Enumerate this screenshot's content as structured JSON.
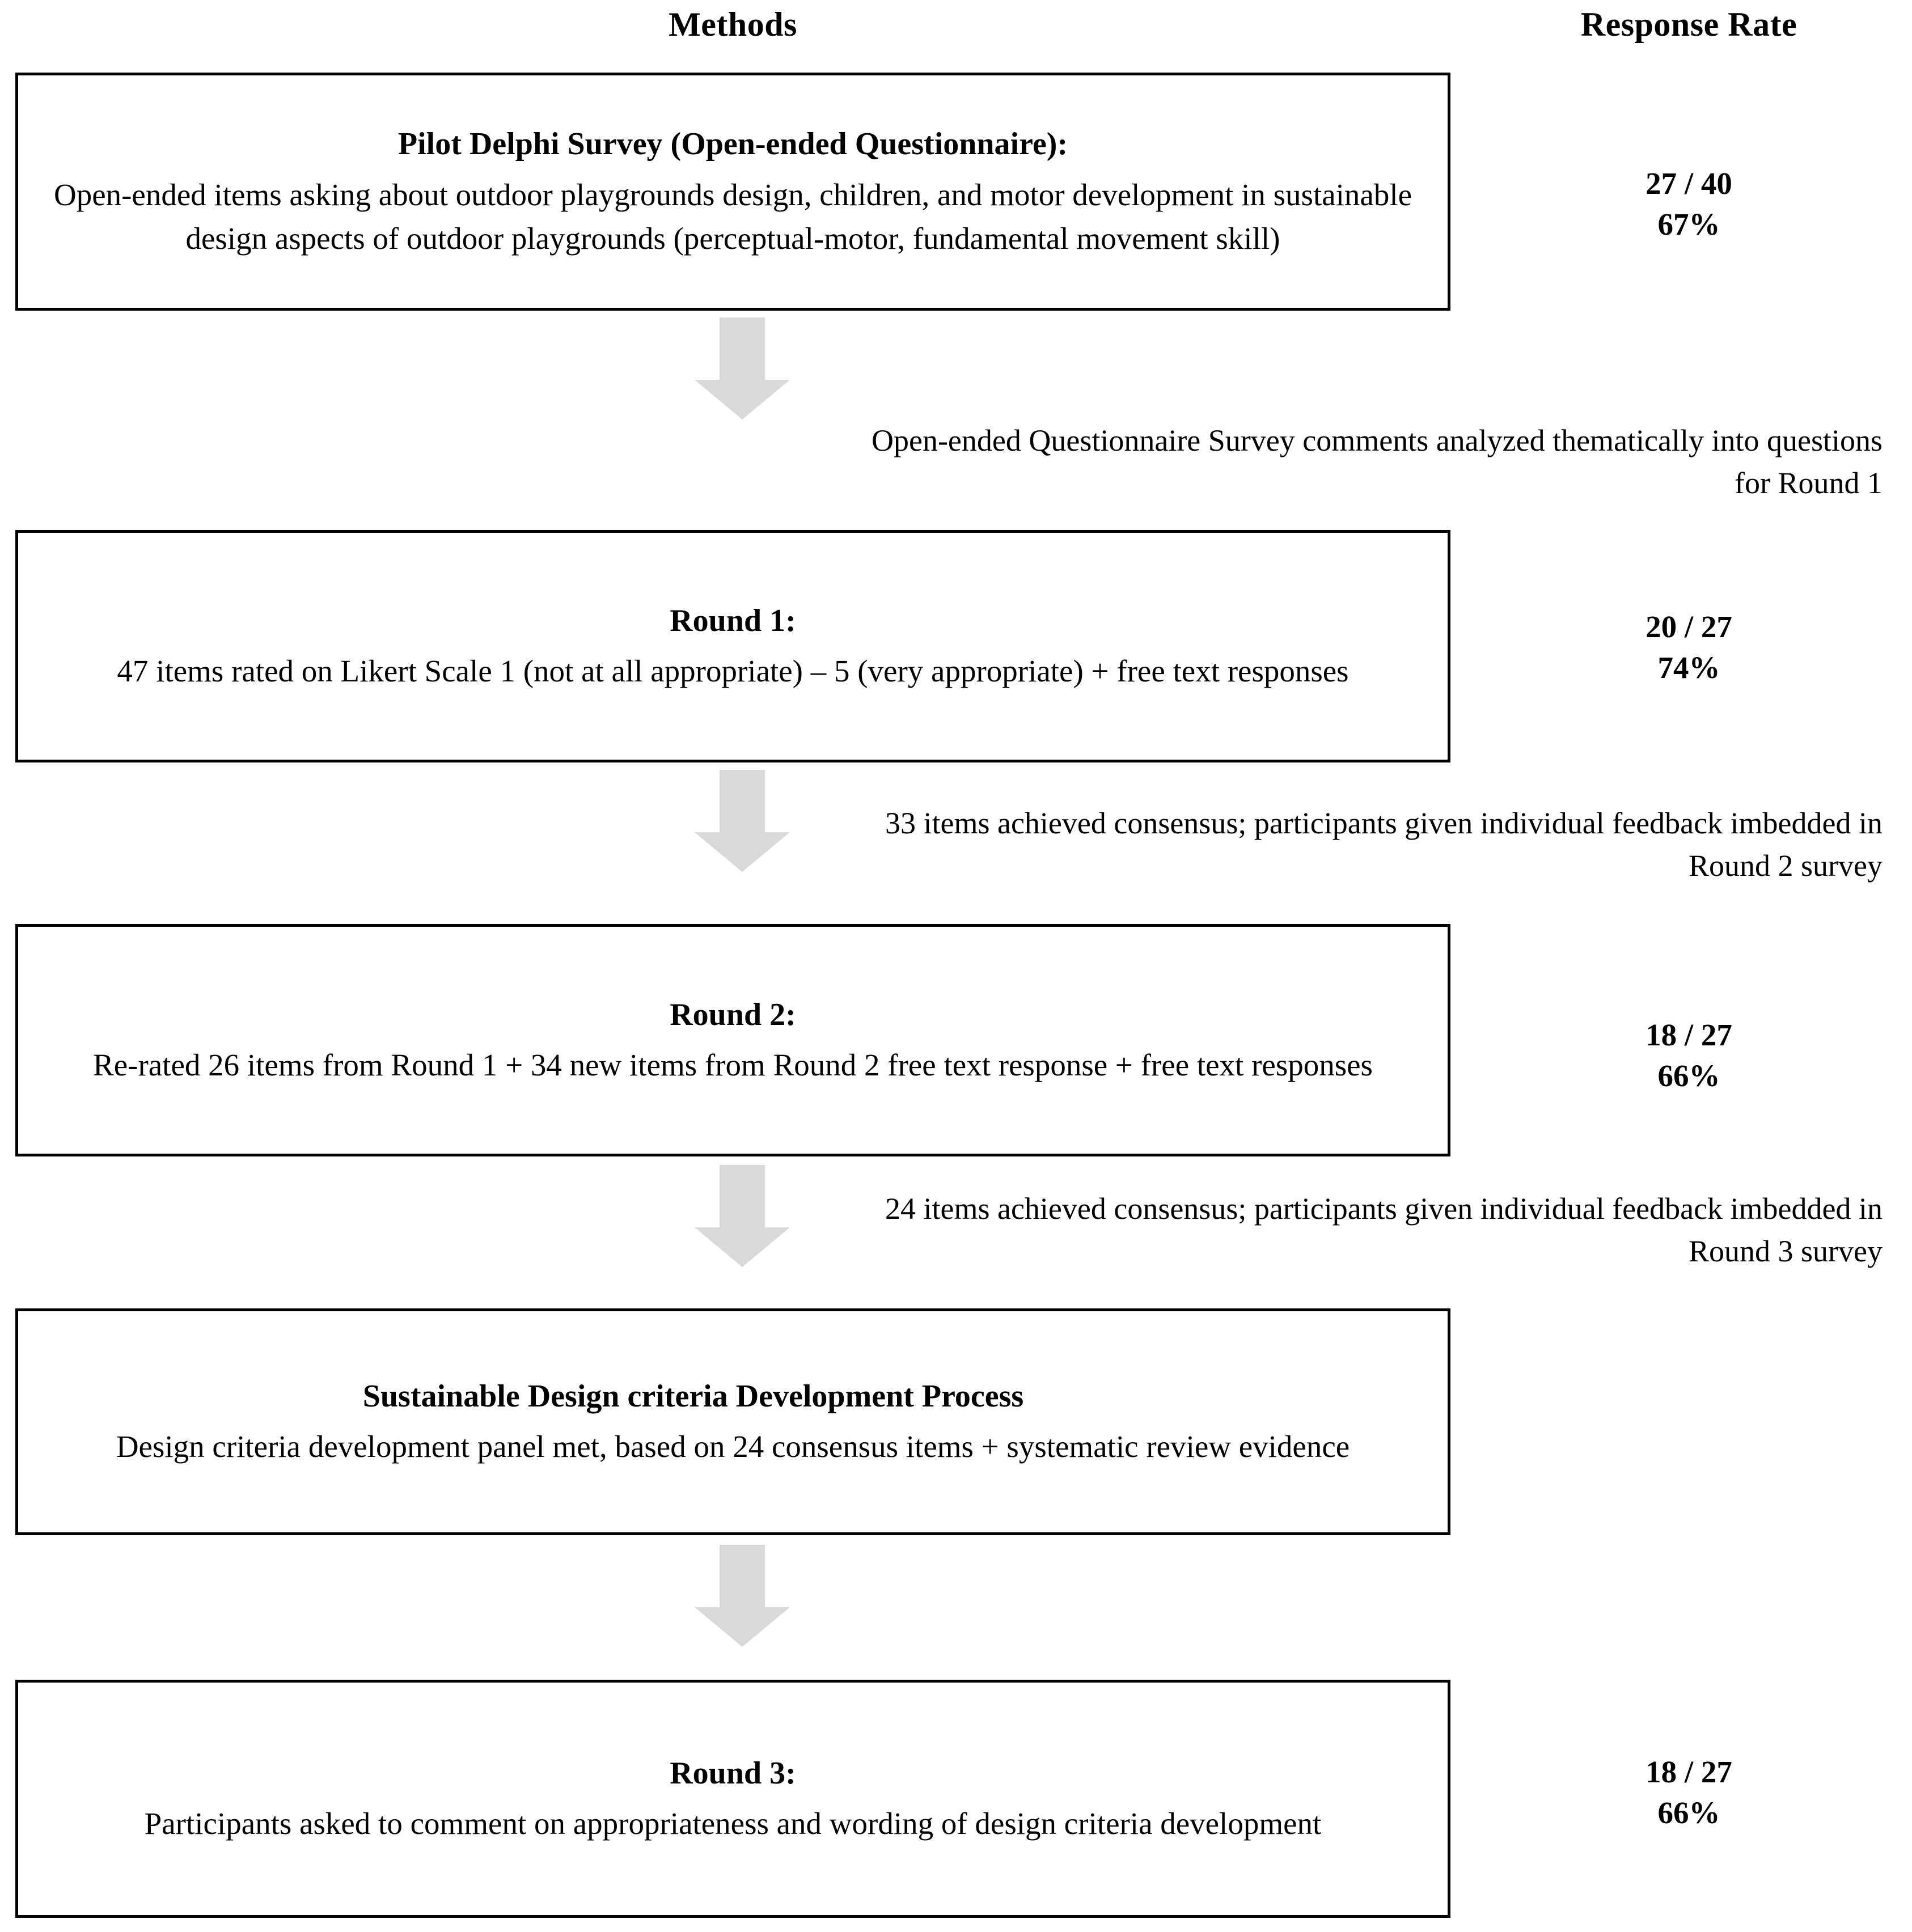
{
  "headers": {
    "methods": "Methods",
    "response_rate": "Response Rate"
  },
  "steps": [
    {
      "id": "pilot",
      "title": "Pilot Delphi Survey (Open-ended Questionnaire):",
      "body": "Open-ended items asking about outdoor playgrounds design, children, and motor development in sustainable design aspects of outdoor playgrounds (perceptual-motor, fundamental movement skill)",
      "rate_fraction": "27 / 40",
      "rate_percent": "67%"
    },
    {
      "id": "round1",
      "title": "Round 1:",
      "body": "47 items rated on Likert Scale 1 (not at all appropriate) – 5 (very appropriate) + free text responses",
      "rate_fraction": "20 / 27",
      "rate_percent": "74%"
    },
    {
      "id": "round2",
      "title": "Round 2:",
      "body": "Re-rated 26 items from Round 1 + 34 new items from Round 2 free text response + free text responses",
      "rate_fraction": "18 / 27",
      "rate_percent": "66%"
    },
    {
      "id": "criteria",
      "title": "Sustainable Design criteria Development Process",
      "body": "Design criteria development panel met, based on 24 consensus items + systematic review evidence",
      "rate_fraction": "",
      "rate_percent": ""
    },
    {
      "id": "round3",
      "title": "Round 3:",
      "body": "Participants asked to comment on appropriateness and wording of design criteria development",
      "rate_fraction": "18 / 27",
      "rate_percent": "66%"
    }
  ],
  "transitions": [
    {
      "id": "t1",
      "note": "Open-ended Questionnaire Survey comments analyzed thematically into questions for Round 1",
      "icon": "down-arrow-icon"
    },
    {
      "id": "t2",
      "note": "33 items achieved consensus; participants given individual feedback imbedded in Round 2 survey",
      "icon": "down-arrow-icon"
    },
    {
      "id": "t3",
      "note": "24 items achieved consensus; participants given individual feedback imbedded in Round 3 survey",
      "icon": "down-arrow-icon"
    },
    {
      "id": "t4",
      "note": "",
      "icon": "down-arrow-icon"
    }
  ],
  "colors": {
    "arrow_fill": "#d9d9d9",
    "box_border": "#000000",
    "text": "#000000",
    "background": "#ffffff"
  }
}
